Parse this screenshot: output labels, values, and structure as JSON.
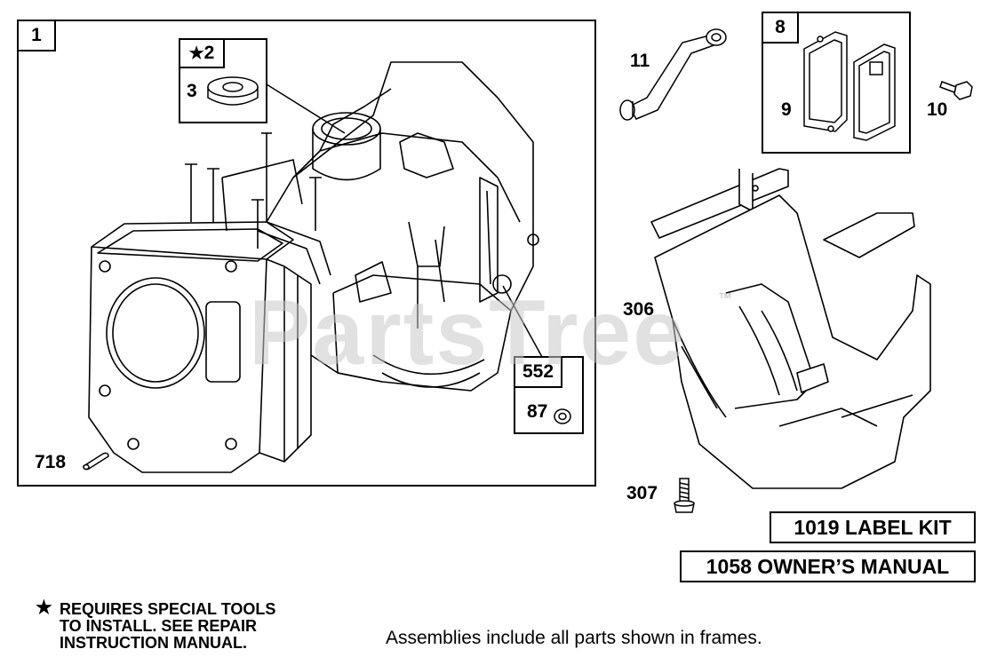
{
  "watermark": "PartsTree",
  "watermark_tm": "™",
  "frames": {
    "main": {
      "id": "1"
    },
    "piston_ring": {
      "star": "★",
      "id": "2",
      "part": "3"
    },
    "hose": {
      "id": "552",
      "part": "87"
    },
    "gasket": {
      "id": "8",
      "part": "9"
    }
  },
  "callouts": {
    "c11": "11",
    "c10": "10",
    "c306": "306",
    "c307": "307",
    "c718": "718"
  },
  "kits": {
    "label_kit": "1019 LABEL KIT",
    "owners_manual": "1058 OWNER’S MANUAL"
  },
  "notes": {
    "star": "★",
    "line1": "REQUIRES SPECIAL TOOLS",
    "line2": "TO INSTALL.  SEE REPAIR",
    "line3": "INSTRUCTION MANUAL."
  },
  "caption": "Assemblies include all parts shown in frames."
}
